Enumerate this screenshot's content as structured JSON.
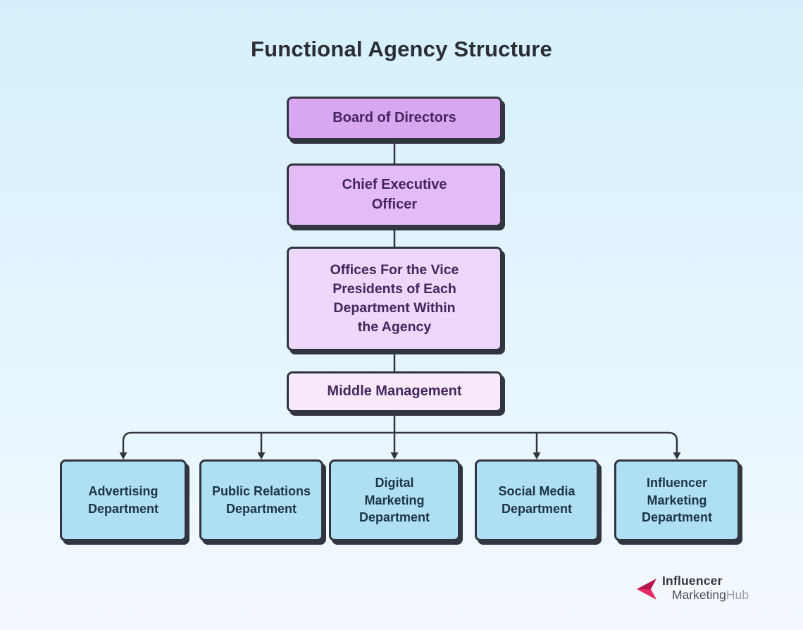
{
  "title": "Functional Agency Structure",
  "hierarchy": {
    "levels": [
      {
        "label": "Board of Directors",
        "fill": "#d9a6f2"
      },
      {
        "label": "Chief Executive\nOfficer",
        "fill": "#e3bcf7"
      },
      {
        "label": "Offices For the Vice\nPresidents of Each\nDepartment Within\nthe Agency",
        "fill": "#edd7fa"
      },
      {
        "label": "Middle Management",
        "fill": "#f7e8fa"
      }
    ],
    "departments": [
      {
        "label": "Advertising\nDepartment"
      },
      {
        "label": "Public Relations\nDepartment"
      },
      {
        "label": "Digital\nMarketing\nDepartment"
      },
      {
        "label": "Social Media\nDepartment"
      },
      {
        "label": "Influencer\nMarketing\nDepartment"
      }
    ],
    "department_fill": "#afdff2"
  },
  "logo": {
    "line1": "Influencer",
    "line2_dark": "Marketing",
    "line2_light": "Hub",
    "icon": "dart-arrow-icon",
    "icon_dark": "#b5164b",
    "icon_light": "#e42a62"
  },
  "colors": {
    "background_top": "#d5f0fc",
    "background_bottom": "#f3f9fe",
    "outline": "#30353f",
    "connector": "#30353f",
    "title": "#2a2d34",
    "level_text": "#45265c",
    "department_text": "#1d3447",
    "logo_text_dark": "#33373d",
    "logo_text_mid": "#4b4f55",
    "logo_text_light": "#9aa0a6"
  }
}
